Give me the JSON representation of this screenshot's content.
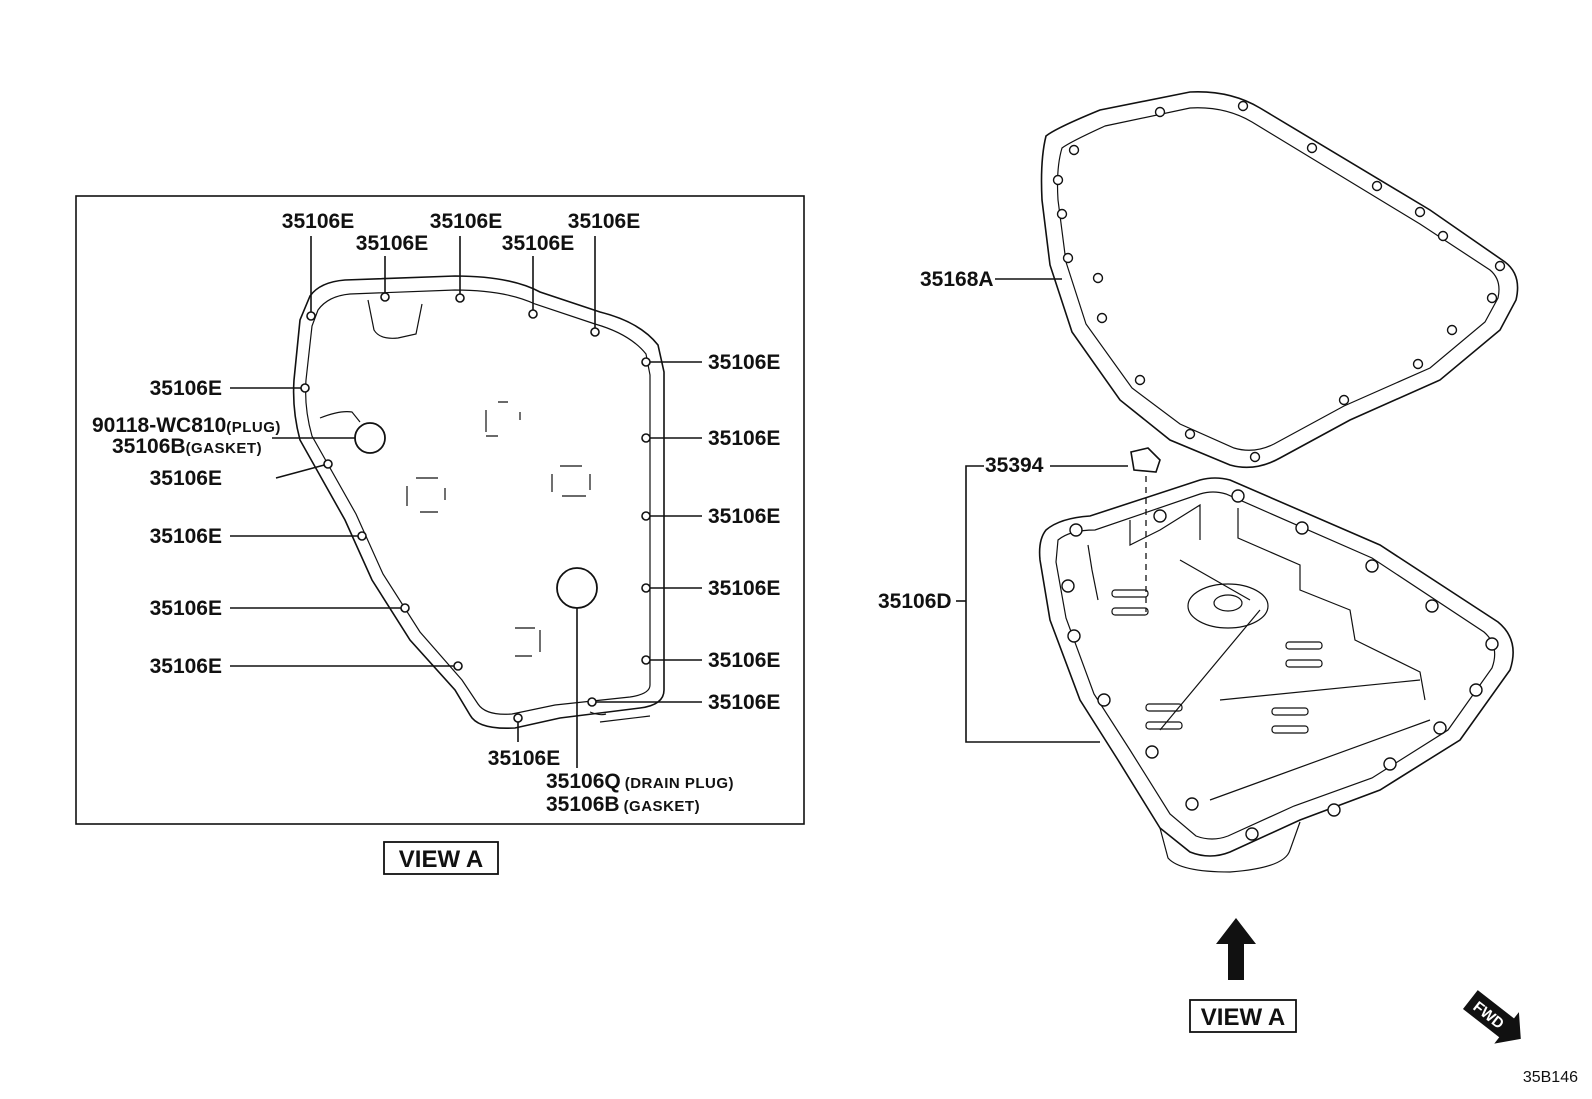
{
  "view_a": {
    "title": "VIEW A",
    "bolt_part": "35106E",
    "plug_part": "90118-WC810",
    "plug_note": "(PLUG)",
    "plug_gasket_part": "35106B",
    "plug_gasket_note": "(GASKET)",
    "drain_plug_part": "35106Q",
    "drain_plug_note": "(DRAIN PLUG)",
    "drain_gasket_part": "35106B",
    "drain_gasket_note": "(GASKET)"
  },
  "exploded": {
    "gasket_part": "35168A",
    "magnet_part": "35394",
    "pan_part": "35106D",
    "view_label": "VIEW A",
    "fwd_label": "FWD"
  },
  "figure_id": "35B146"
}
